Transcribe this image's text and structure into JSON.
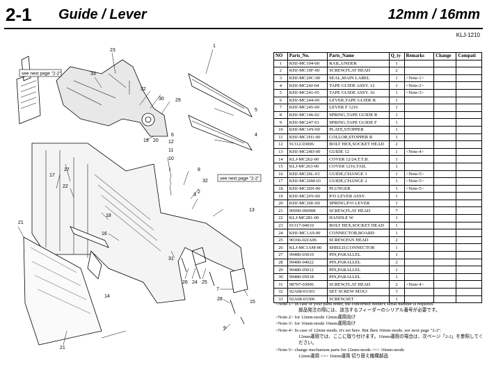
{
  "header": {
    "section_num": "2-1",
    "title": "Guide / Lever",
    "mode": "12mm / 16mm",
    "code": "KLJ-1210"
  },
  "diagram": {
    "see_next_1": "see next page \"2-2\"",
    "see_next_2": "see next page \"2-2\"",
    "callouts": [
      "23",
      "33",
      "1",
      "32",
      "30",
      "29",
      "5",
      "4",
      "19",
      "20",
      "6",
      "12",
      "11",
      "10",
      "8",
      "32",
      "2",
      "3",
      "27",
      "17",
      "22",
      "18",
      "13",
      "16",
      "21",
      "31",
      "14",
      "26",
      "24",
      "25",
      "7",
      "28",
      "15",
      "9",
      "21"
    ]
  },
  "table": {
    "headers": [
      "NO",
      "Parts_No.",
      "Parts_Name",
      "Q_ty",
      "Remarks",
      "Change",
      "Compati"
    ],
    "rows": [
      [
        "1",
        "KHJ-MC104-00",
        "RAIL,UNDER",
        "1",
        "",
        "",
        ""
      ],
      [
        "2",
        "KHJ-MC10F-00",
        "SCREW,FLAT HEAD",
        "2",
        "",
        "",
        ""
      ],
      [
        "3",
        "KHJ-MC20C-00",
        "SEAL,MAIN LABEL",
        "1",
        "<Note-1>",
        "",
        ""
      ],
      [
        "4",
        "KHJ-MC24J-04",
        "TAPE GUIDE ASSY. 12",
        "1",
        "<Note-2>",
        "",
        ""
      ],
      [
        "5",
        "KHJ-MC241-05",
        "TAPE GUIDE ASSY. 16",
        "1",
        "<Note-3>",
        "",
        ""
      ],
      [
        "6",
        "KHJ-MC244-00",
        "LEVER,TAPE GUIDE R",
        "1",
        "",
        "",
        ""
      ],
      [
        "7",
        "KHJ-MC245-00",
        "LEVER F 1216",
        "1",
        "",
        "",
        ""
      ],
      [
        "8",
        "KHJ-MC146-02",
        "SPRING,TAPE GUIDE R",
        "1",
        "",
        "",
        ""
      ],
      [
        "9",
        "KHJ-MC247-01",
        "SPRING,TAPE GUIDE F",
        "1",
        "",
        "",
        ""
      ],
      [
        "10",
        "KHJ-MC14Y-00",
        "PLATE,STOPPER",
        "1",
        "",
        "",
        ""
      ],
      [
        "11",
        "KHJ-MC1H1-00",
        "COLLOR,STOPPER R",
        "1",
        "",
        "",
        ""
      ],
      [
        "12",
        "91312-03006",
        "BOLT HEX,SOCKET HEAD",
        "2",
        "",
        "",
        ""
      ],
      [
        "13",
        "KHJ-MC24D-00",
        "GUIDE 12",
        "1",
        "<Note-4>",
        "",
        ""
      ],
      [
        "14",
        "KLJ-MC262-00",
        "COVER 12/24,T.T.B.",
        "1",
        "",
        "",
        ""
      ],
      [
        "15",
        "KLJ-MC263-00",
        "COVER 1216,TAIL",
        "1",
        "",
        "",
        ""
      ],
      [
        "16",
        "KHJ-MC26L-01",
        "GUIDE,CHANGE 1",
        "1",
        "<Note-5>",
        "",
        ""
      ],
      [
        "17",
        "KHJ-MC26M-01",
        "GUIDE,CHANGE 2",
        "1",
        "<Note-5>",
        "",
        ""
      ],
      [
        "18",
        "KHJ-MC26N-00",
        "PLUNGER",
        "1",
        "<Note-5>",
        "",
        ""
      ],
      [
        "19",
        "KHJ-MC26V-00",
        "P/O LEVER ASSY.",
        "1",
        "",
        "",
        ""
      ],
      [
        "20",
        "KHJ-MC26E-00",
        "SPRING,P/O LEVER",
        "1",
        "",
        "",
        ""
      ],
      [
        "21",
        "90990-09J008",
        "SCREW,FLAT HEAD",
        "7",
        "",
        "",
        ""
      ],
      [
        "22",
        "KLJ-MC281-00",
        "HANDLE W",
        "1",
        "",
        "",
        ""
      ],
      [
        "23",
        "91317-04010",
        "BOLT HEX,SOCKET HEAD",
        "1",
        "",
        "",
        ""
      ],
      [
        "24",
        "KHJ-MC1A9-00",
        "CONNECTOR,BOARD",
        "1",
        "",
        "",
        ""
      ],
      [
        "25",
        "90166-02JA06",
        "SCREW,PAN HEAD",
        "2",
        "",
        "",
        ""
      ],
      [
        "26",
        "KLJ-MC1AM-00",
        "SHIELD,CONNECTOR",
        "1",
        "",
        "",
        ""
      ],
      [
        "27",
        "99480-03010",
        "PIN,PARALLEL",
        "1",
        "",
        "",
        ""
      ],
      [
        "28",
        "99480-04022",
        "PIN,PARALLEL",
        "2",
        "",
        "",
        ""
      ],
      [
        "29",
        "99480-05012",
        "PIN,PARALLEL",
        "1",
        "",
        "",
        ""
      ],
      [
        "30",
        "99480-05018",
        "PIN,PARALLEL",
        "1",
        "",
        "",
        ""
      ],
      [
        "31",
        "98707-03006",
        "SCREW,FLAT HEAD",
        "2",
        "<Note-4>",
        "",
        ""
      ],
      [
        "32",
        "92A08-03303",
        "SET SCREW M3X3",
        "3",
        "",
        "",
        ""
      ],
      [
        "33",
        "92A08-03306",
        "SCREW,SET",
        "1",
        "",
        "",
        ""
      ]
    ]
  },
  "notes": [
    {
      "tag": "<Note-1>",
      "text": "In case of your parts order, the concerned feeder's serial number is required.",
      "jp": "部品発注の際には、該当するフィーダーのシリアル番号が必要です。"
    },
    {
      "tag": "<Note-2>",
      "text": "for 12mm-mode      12mm運用向け",
      "jp": ""
    },
    {
      "tag": "<Note-3>",
      "text": "for 16mm-mode      16mm運用向け",
      "jp": ""
    },
    {
      "tag": "<Note-4>",
      "text": "In case of 12mm-mode, it's set here. But then 16mm-mode, see next page \"2-2\".",
      "jp": "12mm運用では、ここに取り付けます。16mm運用の場合は、次ページ「2-2」を参照してください。"
    },
    {
      "tag": "<Note-5>",
      "text": "change mechanism parts for 12mm-mode <=> 16mm-mode",
      "jp": "12mm運用 <=> 16mm運用 切り替え機構部品"
    }
  ]
}
